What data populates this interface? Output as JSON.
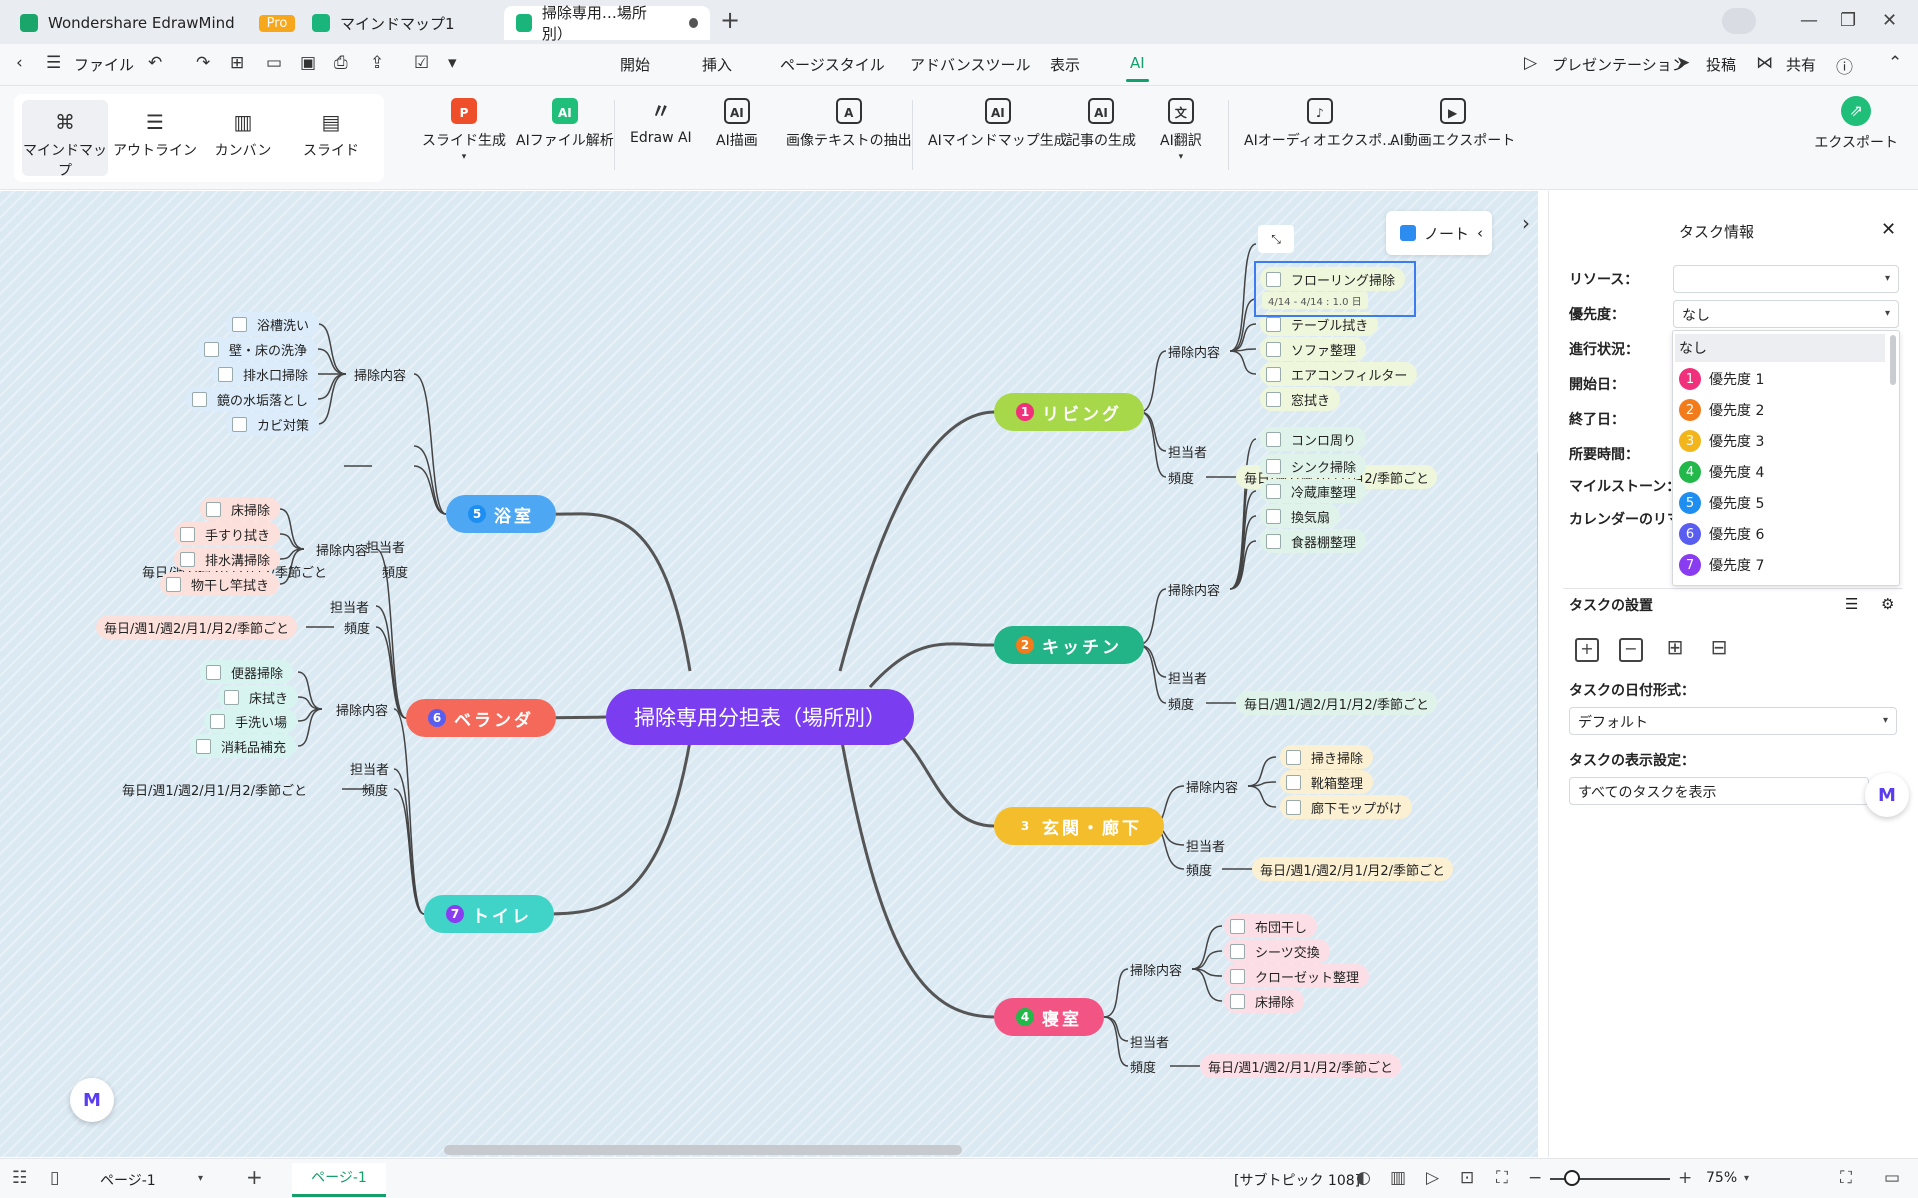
{
  "tabs": [
    {
      "label": "Wondershare EdrawMind",
      "badge": "Pro"
    },
    {
      "label": "マインドマップ1"
    },
    {
      "label": "掃除専用…場所別）"
    }
  ],
  "menu": {
    "file": "ファイル",
    "tabs": [
      "開始",
      "挿入",
      "ページスタイル",
      "アドバンスツール",
      "表示",
      "AI"
    ],
    "present": "プレゼンテーション",
    "post": "投稿",
    "share": "共有"
  },
  "ribbon": {
    "views": [
      "マインドマップ",
      "アウトライン",
      "カンバン",
      "スライド"
    ],
    "tools": [
      "スライド生成",
      "AIファイル解析",
      "Edraw AI",
      "AI描画",
      "画像テキストの抽出",
      "AIマインドマップ生成",
      "記事の生成",
      "AI翻訳",
      "AIオーディオエクスポ...",
      "AI動画エクスポート"
    ],
    "export": "エクスポート"
  },
  "mindmap": {
    "central": "掃除専用分担表（場所別）",
    "topics": [
      {
        "num": "1",
        "label": "リビング",
        "color": "#a6d84a",
        "items": [
          "フローリング掃除",
          "テーブル拭き",
          "ソファ整理",
          "エアコンフィルター",
          "窓拭き"
        ],
        "date_tag": "4/14 - 4/14 : 1.0 日"
      },
      {
        "num": "2",
        "label": "キッチン",
        "color": "#22b386",
        "items": [
          "コンロ周り",
          "シンク掃除",
          "冷蔵庫整理",
          "換気扇",
          "食器棚整理"
        ]
      },
      {
        "num": "3",
        "label": "玄関・廊下",
        "color": "#f3bd2b",
        "items": [
          "掃き掃除",
          "靴箱整理",
          "廊下モップがけ"
        ]
      },
      {
        "num": "4",
        "label": "寝室",
        "color": "#f25483",
        "items": [
          "布団干し",
          "シーツ交換",
          "クローゼット整理",
          "床掃除"
        ]
      },
      {
        "num": "5",
        "label": "浴室",
        "color": "#4ea7f2",
        "items": [
          "浴槽洗い",
          "壁・床の洗浄",
          "排水口掃除",
          "鏡の水垢落とし",
          "カビ対策"
        ]
      },
      {
        "num": "6",
        "label": "ベランダ",
        "color": "#f4695a",
        "items": [
          "床掃除",
          "手すり拭き",
          "排水溝掃除",
          "物干し竿拭き"
        ]
      },
      {
        "num": "7",
        "label": "トイレ",
        "color": "#40d3c8",
        "items": [
          "便器掃除",
          "床拭き",
          "手洗い場",
          "消耗品補充"
        ]
      }
    ],
    "sub_labels": {
      "content": "掃除内容",
      "assignee": "担当者",
      "freq": "頻度"
    },
    "freq_text": "毎日/週1/週2/月1/月2/季節ごと",
    "notes": "ノート"
  },
  "panel": {
    "title": "タスク情報",
    "labels": [
      "リソース：",
      "優先度：",
      "進行状況：",
      "開始日：",
      "終了日：",
      "所要時間：",
      "マイルストーン：",
      "カレンダーのリマイ"
    ],
    "priority_value": "なし",
    "priority_options": [
      "なし",
      "優先度 1",
      "優先度 2",
      "優先度 3",
      "優先度 4",
      "優先度 5",
      "優先度 6",
      "優先度 7"
    ],
    "priority_colors": [
      "#f0307a",
      "#f27b1c",
      "#f2b51c",
      "#22b84a",
      "#1e8ff0",
      "#5a5ef0",
      "#8a3df0"
    ],
    "settings_title": "タスクの設置",
    "date_format_label": "タスクの日付形式：",
    "date_format_value": "デフォルト",
    "display_label": "タスクの表示設定：",
    "display_value": "すべてのタスクを表示"
  },
  "status": {
    "page_select": "ページ-1",
    "page_tab": "ページ-1",
    "subtopic": "[サブトピック 108]",
    "zoom": "75%"
  }
}
